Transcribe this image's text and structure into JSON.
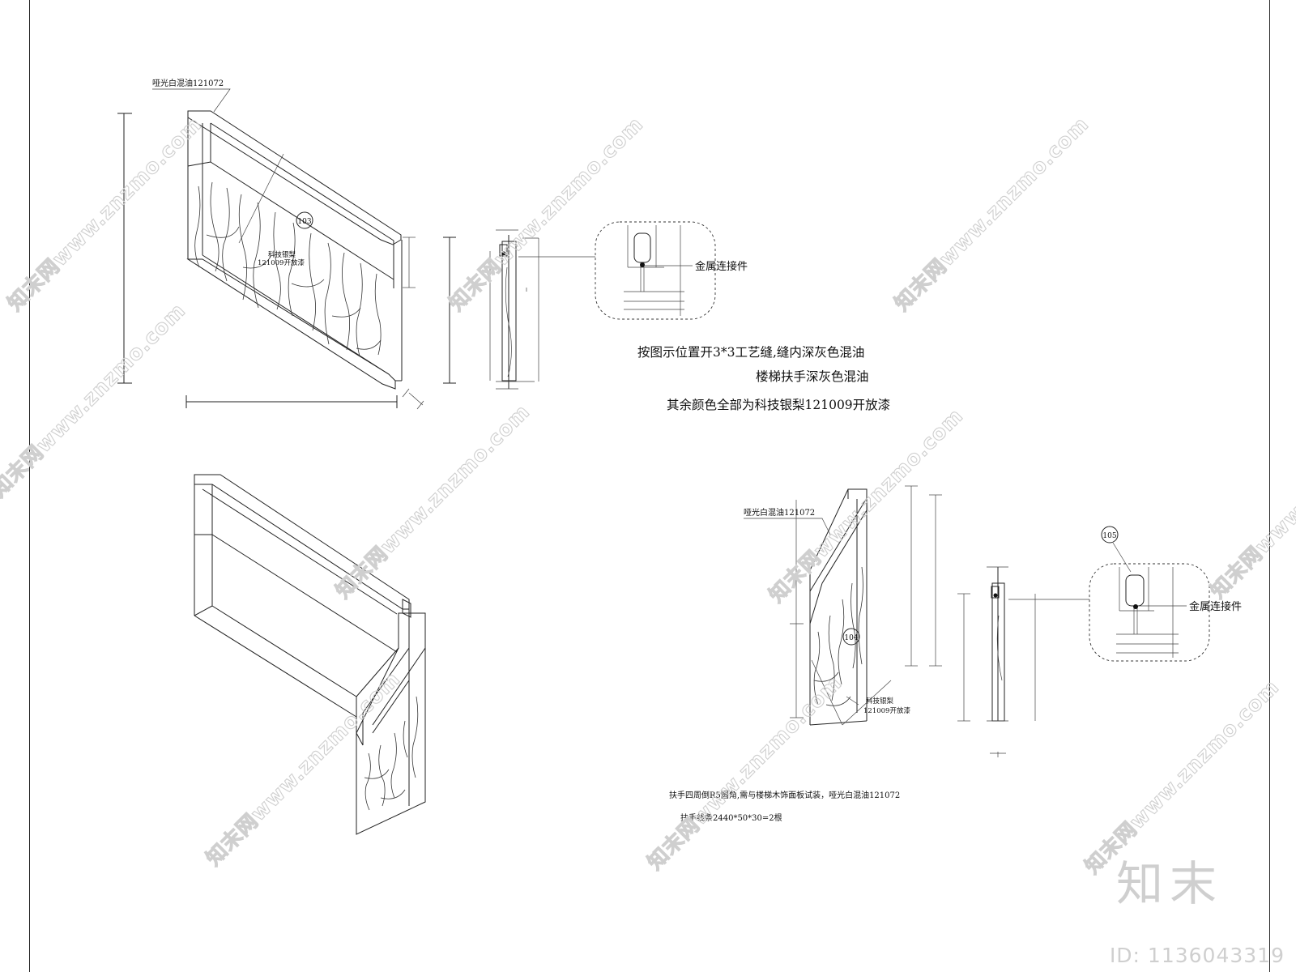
{
  "notes": {
    "line1": "按图示位置开3*3工艺缝,缝内深灰色混油",
    "line2": "楼梯扶手深灰色混油",
    "line3": "其余颜色全部为科技银梨121009开放漆",
    "bottom1": "扶手四周倒R5圆角,需与楼梯木饰面板试装，哑光白混油121072",
    "bottom2": "扶手线条2440*50*30=2根"
  },
  "labels": {
    "top_left_finish": "哑光白混油121072",
    "bottom_right_finish": "哑光白混油121072",
    "panel_material_a": "科技银梨",
    "panel_material_b": "121009开放漆",
    "panel_material_c": "科技银梨",
    "panel_material_d": "121009开放漆",
    "connector_top": "金属连接件",
    "connector_bottom": "金属连接件"
  },
  "tags": {
    "tag_top": "103",
    "tag_mid": "104",
    "tag_right": "105"
  },
  "watermark": {
    "text": "知末网www.znzmo.com",
    "logo": "知末",
    "id": "ID: 1136043319"
  }
}
